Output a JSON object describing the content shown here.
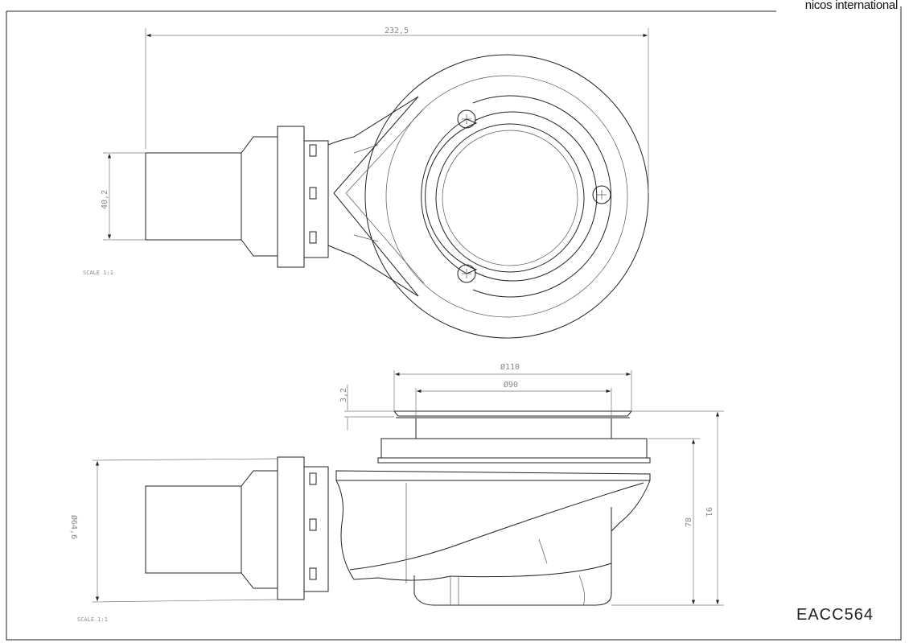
{
  "brand": "nicos international",
  "drawing_code": "EACC564",
  "top_view": {
    "scale": "SCALE 1:1",
    "dims": {
      "overall_length": "232,5",
      "outlet_height": "40,2"
    }
  },
  "side_view": {
    "scale": "SCALE 1:1",
    "dims": {
      "outer_diameter": "Ø110",
      "inner_diameter": "Ø90",
      "flange_thickness": "3,2",
      "body_height": "78",
      "total_height": "91",
      "outlet_diameter": "Ø64,6"
    }
  }
}
